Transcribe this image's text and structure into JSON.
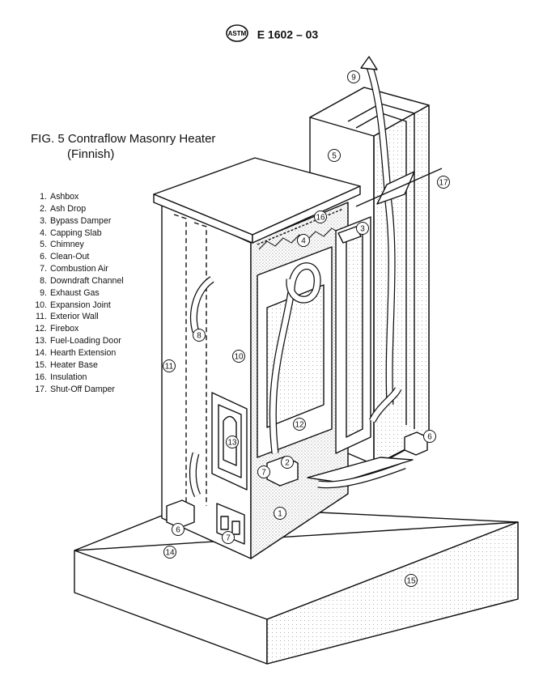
{
  "header": {
    "logo_text": "ASTM",
    "designation": "E 1602 – 03"
  },
  "figure": {
    "title": "FIG. 5  Contraflow Masonry Heater",
    "subtitle": "(Finnish)"
  },
  "legend": [
    {
      "num": "1.",
      "label": "Ashbox"
    },
    {
      "num": "2.",
      "label": "Ash Drop"
    },
    {
      "num": "3.",
      "label": "Bypass Damper"
    },
    {
      "num": "4.",
      "label": "Capping Slab"
    },
    {
      "num": "5.",
      "label": "Chimney"
    },
    {
      "num": "6.",
      "label": "Clean-Out"
    },
    {
      "num": "7.",
      "label": "Combustion Air"
    },
    {
      "num": "8.",
      "label": "Downdraft Channel"
    },
    {
      "num": "9.",
      "label": "Exhaust Gas"
    },
    {
      "num": "10.",
      "label": "Expansion Joint"
    },
    {
      "num": "11.",
      "label": "Exterior Wall"
    },
    {
      "num": "12.",
      "label": "Firebox"
    },
    {
      "num": "13.",
      "label": "Fuel-Loading Door"
    },
    {
      "num": "14.",
      "label": "Hearth Extension"
    },
    {
      "num": "15.",
      "label": "Heater Base"
    },
    {
      "num": "16.",
      "label": "Insulation"
    },
    {
      "num": "17.",
      "label": "Shut-Off Damper"
    }
  ],
  "callouts": [
    "1",
    "2",
    "3",
    "4",
    "5",
    "6",
    "6",
    "7",
    "7",
    "8",
    "9",
    "10",
    "11",
    "12",
    "13",
    "14",
    "15",
    "16",
    "17"
  ]
}
